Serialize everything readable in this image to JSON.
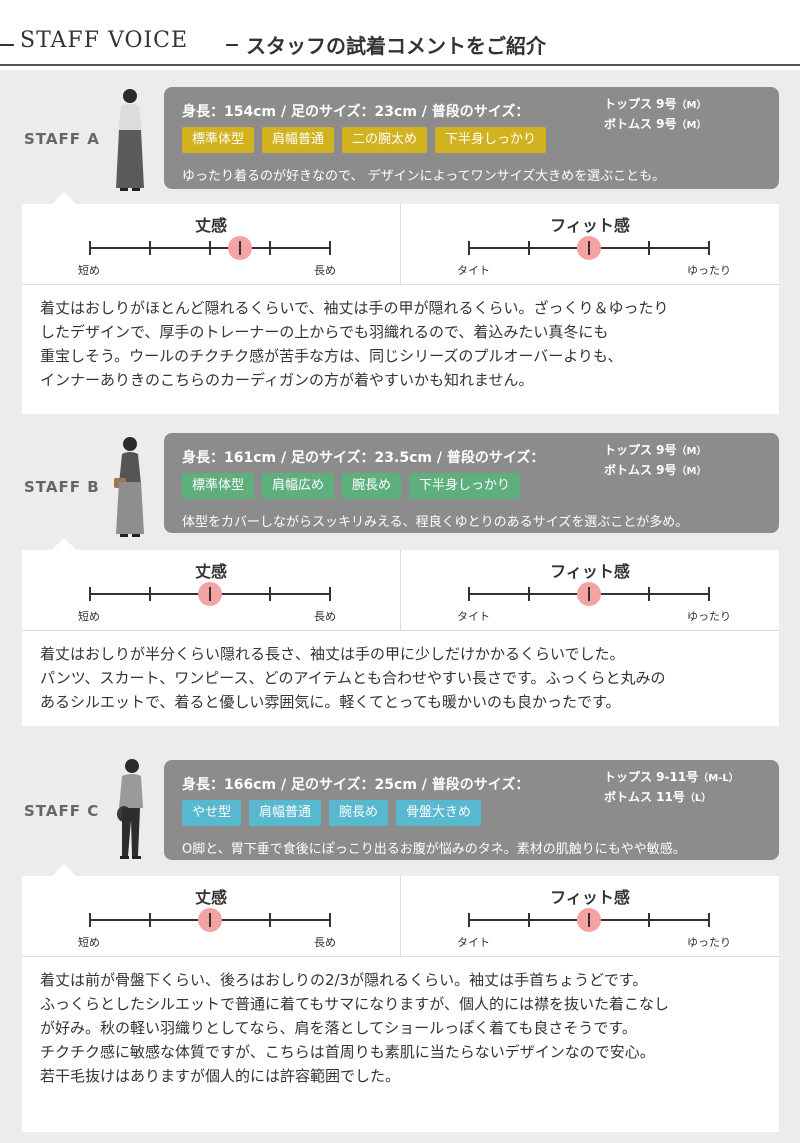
{
  "header": {
    "title": "STAFF VOICE",
    "subtitle": "スタッフの試着コメントをご紹介"
  },
  "staff": [
    {
      "label": "STAFF A",
      "stats": "身長：154cm / 足のサイズ：23cm / 普段のサイズ：",
      "tops": "トップス 9号",
      "tops_size": "（M）",
      "bottoms": "ボトムス 9号",
      "bottoms_size": "（M）",
      "tags": [
        "標準体型",
        "肩幅普通",
        "二の腕太め",
        "下半身しっかり"
      ],
      "tag_color": "#d2b21e",
      "comment": "ゆったり着るのが好きなので、 デザインによってワンサイズ大きめを選ぶことも。",
      "length": {
        "title": "丈感",
        "min": "短め",
        "max": "長め",
        "value": 0.625
      },
      "fit": {
        "title": "フィット感",
        "min": "タイト",
        "max": "ゆったり",
        "value": 0.5
      },
      "text": [
        "着丈はおしりがほとんど隠れるくらいで、袖丈は手の甲が隠れるくらい。ざっくり＆ゆったり",
        "したデザインで、厚手のトレーナーの上からでも羽織れるので、着込みたい真冬にも",
        "重宝しそう。ウールのチクチク感が苦手な方は、同じシリーズのプルオーバーよりも、",
        "インナーありきのこちらのカーディガンの方が着やすいかも知れません。"
      ]
    },
    {
      "label": "STAFF B",
      "stats": "身長：161cm / 足のサイズ：23.5cm / 普段のサイズ：",
      "tops": "トップス 9号",
      "tops_size": "（M）",
      "bottoms": "ボトムス 9号",
      "bottoms_size": "（M）",
      "tags": [
        "標準体型",
        "肩幅広め",
        "腕長め",
        "下半身しっかり"
      ],
      "tag_color": "#5fae7e",
      "comment": "体型をカバーしながらスッキリみえる、程良くゆとりのあるサイズを選ぶことが多め。",
      "length": {
        "title": "丈感",
        "min": "短め",
        "max": "長め",
        "value": 0.5
      },
      "fit": {
        "title": "フィット感",
        "min": "タイト",
        "max": "ゆったり",
        "value": 0.5
      },
      "text": [
        "着丈はおしりが半分くらい隠れる長さ、袖丈は手の甲に少しだけかかるくらいでした。",
        "パンツ、スカート、ワンピース、どのアイテムとも合わせやすい長さです。ふっくらと丸みの",
        "あるシルエットで、着ると優しい雰囲気に。軽くてとっても暖かいのも良かったです。"
      ]
    },
    {
      "label": "STAFF C",
      "stats": "身長：166cm / 足のサイズ：25cm / 普段のサイズ：",
      "tops": "トップス 9-11号",
      "tops_size": "（M-L）",
      "bottoms": "ボトムス 11号",
      "bottoms_size": "（L）",
      "tags": [
        "やせ型",
        "肩幅普通",
        "腕長め",
        "骨盤大きめ"
      ],
      "tag_color": "#57b8cf",
      "comment": "O脚と、胃下垂で食後にぽっこり出るお腹が悩みのタネ。素材の肌触りにもやや敏感。",
      "length": {
        "title": "丈感",
        "min": "短め",
        "max": "長め",
        "value": 0.5
      },
      "fit": {
        "title": "フィット感",
        "min": "タイト",
        "max": "ゆったり",
        "value": 0.5
      },
      "text": [
        "着丈は前が骨盤下くらい、後ろはおしりの2/3が隠れるくらい。袖丈は手首ちょうどです。",
        "ふっくらとしたシルエットで普通に着てもサマになりますが、個人的には襟を抜いた着こなし",
        "が好み。秋の軽い羽織りとしてなら、肩を落としてショールっぽく着ても良さそうです。",
        "チクチク感に敏感な体質ですが、こちらは首周りも素肌に当たらないデザインなので安心。",
        "若干毛抜けはありますが個人的には許容範囲でした。"
      ]
    }
  ]
}
